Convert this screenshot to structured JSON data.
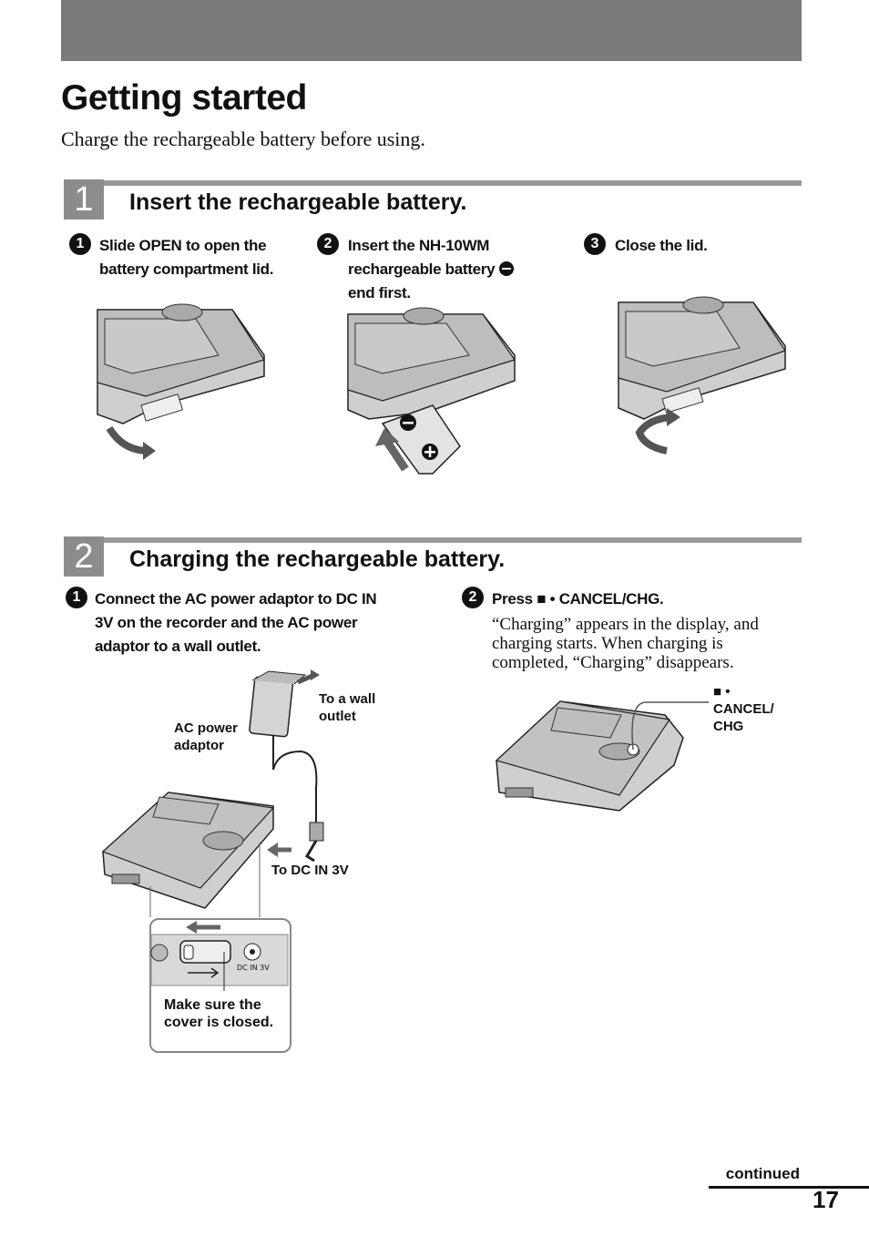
{
  "header": {
    "title": "Getting started",
    "subtitle": "Charge the rechargeable battery before using."
  },
  "step1": {
    "number": "1",
    "title": "Insert the rechargeable battery.",
    "sub1": {
      "num": "1",
      "text_line1": "Slide OPEN to open the",
      "text_line2": "battery compartment lid."
    },
    "sub2": {
      "num": "2",
      "text_line1": "Insert the NH-10WM",
      "text_line2": "rechargeable battery",
      "text_line3": "end first."
    },
    "sub3": {
      "num": "3",
      "text": "Close the lid."
    }
  },
  "step2": {
    "number": "2",
    "title": "Charging the rechargeable battery.",
    "sub1": {
      "num": "1",
      "line1": "Connect the AC power adaptor to DC IN",
      "line2": "3V on the recorder and the AC power",
      "line3": "adaptor to a wall outlet."
    },
    "sub2": {
      "num": "2",
      "press": "Press ■ • CANCEL/CHG.",
      "line1": "“Charging” appears in the display, and",
      "line2": "charging starts. When charging is",
      "line3": "completed, “Charging” disappears."
    },
    "callouts": {
      "wall_line1": "To a wall",
      "wall_line2": "outlet",
      "ac_line1": "AC power",
      "ac_line2": "adaptor",
      "dcin": "To DC IN 3V",
      "cover_line1": "Make sure the",
      "cover_line2": "cover is closed.",
      "cancel_line1": "■ •",
      "cancel_line2": "CANCEL/",
      "cancel_line3": "CHG",
      "jack_label": "DC IN 3V"
    }
  },
  "footer": {
    "continued": "continued",
    "page_number": "17"
  }
}
